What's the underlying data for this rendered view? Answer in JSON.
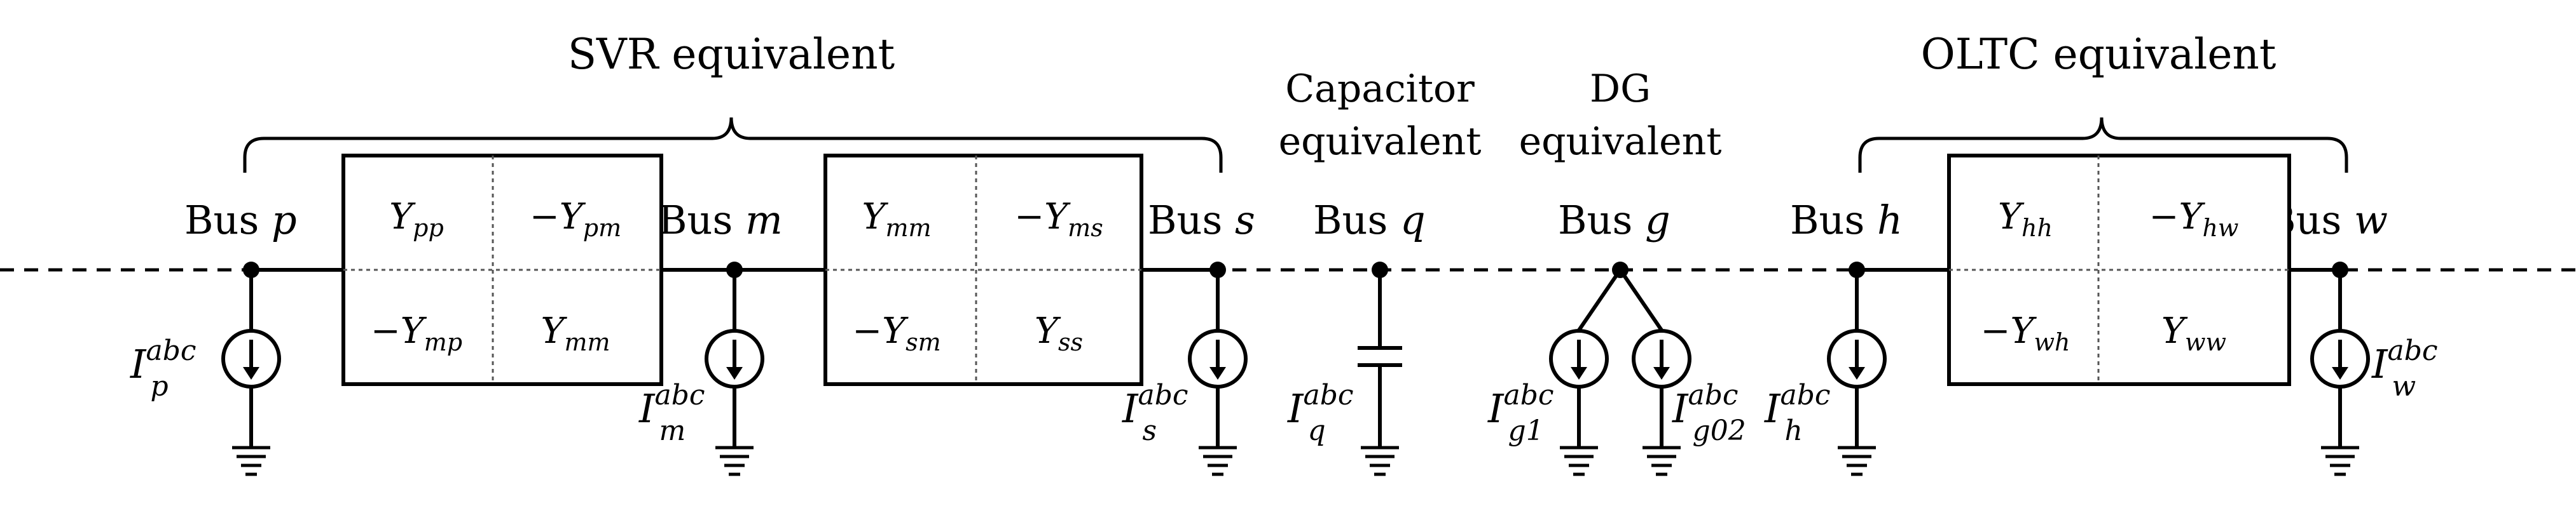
{
  "groups": {
    "svr": "SVR equivalent",
    "capacitor_line1": "Capacitor",
    "capacitor_line2": "equivalent",
    "dg_line1": "DG",
    "dg_line2": "equivalent",
    "oltc": "OLTC equivalent"
  },
  "buses": [
    {
      "prefix": "Bus",
      "name": "p"
    },
    {
      "prefix": "Bus",
      "name": "m"
    },
    {
      "prefix": "Bus",
      "name": "s"
    },
    {
      "prefix": "Bus",
      "name": "q"
    },
    {
      "prefix": "Bus",
      "name": "g"
    },
    {
      "prefix": "Bus",
      "name": "h"
    },
    {
      "prefix": "Bus",
      "name": "w"
    }
  ],
  "matrices": {
    "svr_pm": {
      "c11": "Y",
      "s11": "pp",
      "c12": "−Y",
      "s12": "pm",
      "c21": "−Y",
      "s21": "mp",
      "c22": "Y",
      "s22": "mm"
    },
    "svr_ms": {
      "c11": "Y",
      "s11": "mm",
      "c12": "−Y",
      "s12": "ms",
      "c21": "−Y",
      "s21": "sm",
      "c22": "Y",
      "s22": "ss"
    },
    "oltc_hw": {
      "c11": "Y",
      "s11": "hh",
      "c12": "−Y",
      "s12": "hw",
      "c21": "−Y",
      "s21": "wh",
      "c22": "Y",
      "s22": "ww"
    }
  },
  "currents": [
    {
      "base": "I",
      "sup": "abc",
      "sub": "p"
    },
    {
      "base": "I",
      "sup": "abc",
      "sub": "m"
    },
    {
      "base": "I",
      "sup": "abc",
      "sub": "s"
    },
    {
      "base": "I",
      "sup": "abc",
      "sub": "q"
    },
    {
      "base": "I",
      "sup": "abc",
      "sub": "g1"
    },
    {
      "base": "I",
      "sup": "abc",
      "sub": "g02"
    },
    {
      "base": "I",
      "sup": "abc",
      "sub": "h"
    },
    {
      "base": "I",
      "sup": "abc",
      "sub": "w"
    }
  ]
}
